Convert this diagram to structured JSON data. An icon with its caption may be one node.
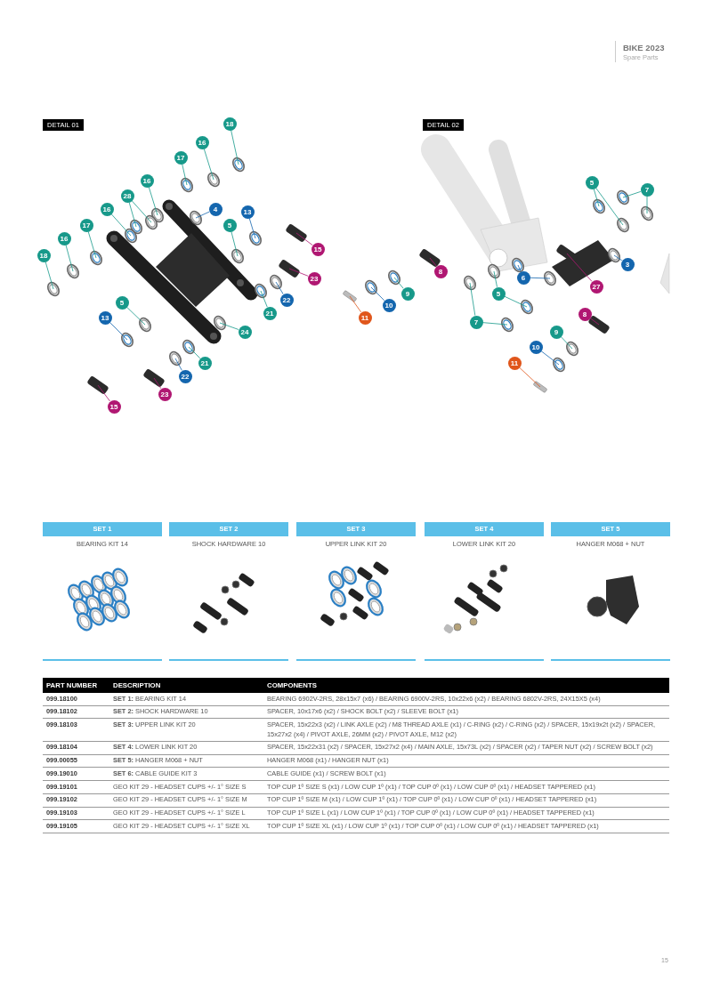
{
  "diagram": {
    "nodes": [
      {
        "text": [
          "18"
        ]
      },
      {
        "text": [
          "16"
        ]
      },
      {
        "text": [
          "17"
        ]
      },
      {
        "text": [
          "16"
        ]
      },
      {
        "text": [
          "28"
        ]
      },
      {
        "text": [
          "16"
        ]
      },
      {
        "text": [
          "4"
        ]
      },
      {
        "text": [
          "13"
        ]
      },
      {
        "text": [
          "5"
        ]
      },
      {
        "text": [
          "17"
        ]
      },
      {
        "text": [
          "16"
        ]
      },
      {
        "text": [
          "15"
        ]
      },
      {
        "text": [
          "18"
        ]
      },
      {
        "text": [
          "23"
        ]
      },
      {
        "text": [
          "22"
        ]
      },
      {
        "text": [
          "21"
        ]
      },
      {
        "text": [
          "5"
        ]
      },
      {
        "text": [
          "13"
        ]
      },
      {
        "text": [
          "24"
        ]
      },
      {
        "text": [
          "21"
        ]
      },
      {
        "text": [
          "22"
        ]
      },
      {
        "text": [
          "23"
        ]
      },
      {
        "text": [
          "15"
        ]
      },
      {
        "text": [
          "5"
        ]
      },
      {
        "text": [
          "7"
        ]
      },
      {
        "text": [
          "8"
        ]
      },
      {
        "text": [
          "3"
        ]
      },
      {
        "text": [
          "6"
        ]
      },
      {
        "text": [
          "9"
        ]
      },
      {
        "text": [
          "5"
        ]
      },
      {
        "text": [
          "27"
        ]
      },
      {
        "text": [
          "10"
        ]
      },
      {
        "text": [
          "7"
        ]
      },
      {
        "text": [
          "11"
        ]
      },
      {
        "text": [
          "8"
        ]
      },
      {
        "text": [
          "9"
        ]
      },
      {
        "text": [
          "10"
        ]
      },
      {
        "text": [
          "11"
        ]
      },
      {
        "text": [
          "SET 1",
          "BEARING KIT 14"
        ]
      },
      {
        "text": [
          "SET 2",
          "SHOCK HARDWARE 10"
        ]
      },
      {
        "text": [
          "SET 3",
          "UPPER LINK KIT 20"
        ]
      },
      {
        "text": [
          "SET 4",
          "LOWER LINK KIT 20"
        ]
      },
      {
        "text": [
          "SET 5",
          "HANGER M068 + NUT"
        ]
      }
    ],
    "edges": [
      {
        "from": 0,
        "to": null,
        "arrow": "none"
      },
      {
        "from": 1,
        "to": null,
        "arrow": "none"
      },
      {
        "from": 2,
        "to": null,
        "arrow": "none"
      },
      {
        "from": 3,
        "to": null,
        "arrow": "none"
      },
      {
        "from": 4,
        "to": null,
        "arrow": "none"
      },
      {
        "from": 4,
        "to": null,
        "arrow": "none"
      },
      {
        "from": 5,
        "to": null,
        "arrow": "none"
      },
      {
        "from": 6,
        "to": null,
        "arrow": "none",
        "color": "#1466ae"
      },
      {
        "from": 7,
        "to": null,
        "arrow": "none",
        "color": "#1466ae"
      },
      {
        "from": 8,
        "to": null,
        "arrow": "none"
      },
      {
        "from": 9,
        "to": null,
        "arrow": "none"
      },
      {
        "from": 10,
        "to": null,
        "arrow": "none"
      },
      {
        "from": 11,
        "to": null,
        "arrow": "none",
        "color": "#b01772"
      },
      {
        "from": 12,
        "to": null,
        "arrow": "none"
      },
      {
        "from": 13,
        "to": null,
        "arrow": "none",
        "color": "#b01772"
      },
      {
        "from": 14,
        "to": null,
        "arrow": "none",
        "color": "#1466ae"
      },
      {
        "from": 15,
        "to": null,
        "arrow": "none"
      },
      {
        "from": 16,
        "to": null,
        "arrow": "none"
      },
      {
        "from": 17,
        "to": null,
        "arrow": "none",
        "color": "#1466ae"
      },
      {
        "from": 18,
        "to": null,
        "arrow": "none"
      },
      {
        "from": 19,
        "to": null,
        "arrow": "none"
      },
      {
        "from": 20,
        "to": null,
        "arrow": "none",
        "color": "#1466ae"
      },
      {
        "from": 21,
        "to": null,
        "arrow": "none",
        "color": "#b01772"
      },
      {
        "from": 22,
        "to": null,
        "arrow": "none",
        "color": "#b01772"
      },
      {
        "from": 23,
        "to": null,
        "arrow": "none"
      },
      {
        "from": 23,
        "to": null,
        "arrow": "none"
      },
      {
        "from": 24,
        "to": null,
        "arrow": "none"
      },
      {
        "from": 24,
        "to": null,
        "arrow": "none"
      },
      {
        "from": 25,
        "to": null,
        "arrow": "none",
        "color": "#b01772"
      },
      {
        "from": 26,
        "to": null,
        "arrow": "none",
        "color": "#1466ae"
      },
      {
        "from": 27,
        "to": null,
        "arrow": "none",
        "color": "#1466ae"
      },
      {
        "from": 27,
        "to": null,
        "arrow": "none",
        "color": "#1466ae"
      },
      {
        "from": 28,
        "to": null,
        "arrow": "none"
      },
      {
        "from": 29,
        "to": null,
        "arrow": "none"
      },
      {
        "from": 29,
        "to": null,
        "arrow": "none"
      },
      {
        "from": 30,
        "to": null,
        "arrow": "none",
        "color": "#b01772"
      },
      {
        "from": 31,
        "to": null,
        "arrow": "none",
        "color": "#1466ae"
      },
      {
        "from": 32,
        "to": null,
        "arrow": "none"
      },
      {
        "from": 32,
        "to": null,
        "arrow": "none"
      },
      {
        "from": 33,
        "to": null,
        "arrow": "none",
        "color": "#e0561b"
      },
      {
        "from": 34,
        "to": null,
        "arrow": "none",
        "color": "#b01772"
      },
      {
        "from": 35,
        "to": null,
        "arrow": "none"
      },
      {
        "from": 36,
        "to": null,
        "arrow": "none",
        "color": "#1466ae"
      },
      {
        "from": 37,
        "to": null,
        "arrow": "none",
        "color": "#e0561b"
      }
    ],
    "labels": [
      "BIKE 2023",
      "Spare Parts",
      "DETAIL 01",
      "DETAIL 02",
      "PART NUMBER",
      "DESCRIPTION",
      "COMPONENTS",
      "099.18100",
      "**SET 1:** BEARING KIT 14",
      "BEARING 6902V-2RS, 28x15x7 (x6) / BEARING 6900V-2RS, 10x22x6 (x2) / BEARING 6802V-2RS, 24X15X5 (x4)",
      "099.18102",
      "**SET 2:** SHOCK HARDWARE 10",
      "SPACER, 10x17x6 (x2) / SHOCK BOLT (x2) / SLEEVE BOLT (x1)",
      "099.18103",
      "**SET 3:** UPPER LINK KIT 20",
      "SPACER, 15x22x3 (x2) / LINK AXLE (x2) / M8 THREAD AXLE (x1) / C-RING (x2) / C-RING (x2) / SPACER, 15x19x2t (x2) / SPACER, 15x27x2 (x4) / PIVOT AXLE, 26MM (x2) / PIVOT AXLE, M12 (x2)",
      "099.18104",
      "**SET 4:** LOWER LINK KIT 20",
      "SPACER, 15x22x31 (x2) / SPACER, 15x27x2 (x4) / MAIN AXLE, 15x73L (x2) / SPACER (x2) / TAPER NUT (x2) / SCREW BOLT (x2)",
      "099.00055",
      "**SET 5:** HANGER M068 + NUT",
      "HANGER M068 (x1) / HANGER NUT (x1)",
      "099.19010",
      "**SET 6:** CABLE GUIDE KIT 3",
      "CABLE GUIDE (x1) / SCREW BOLT (x1)",
      "099.19101",
      "GEO KIT 29 - HEADSET CUPS +/- 1° SIZE S",
      "TOP CUP 1º SIZE S (x1) / LOW CUP 1º (x1) / TOP CUP 0º (x1) / LOW CUP 0º (x1) / HEADSET TAPPERED (x1)",
      "099.19102",
      "GEO KIT 29 - HEADSET CUPS +/- 1° SIZE M",
      "TOP CUP 1º SIZE M (x1) / LOW CUP 1º (x1) / TOP CUP 0º (x1) / LOW CUP 0º (x1) / HEADSET TAPPERED (x1)",
      "099.19103",
      "GEO KIT 29 - HEADSET CUPS +/- 1° SIZE L",
      "TOP CUP 1º SIZE L (x1) / LOW CUP 1º (x1) / TOP CUP 0º (x1) / LOW CUP 0º (x1) / HEADSET TAPPERED (x1)",
      "099.19105",
      "GEO KIT 29 - HEADSET CUPS +/- 1° SIZE XL",
      "TOP CUP 1º SIZE XL (x1) / LOW CUP 1º (x1) / TOP CUP 0º (x1) / LOW CUP 0º (x1) / HEADSET TAPPERED (x1)",
      "15"
    ]
  }
}
